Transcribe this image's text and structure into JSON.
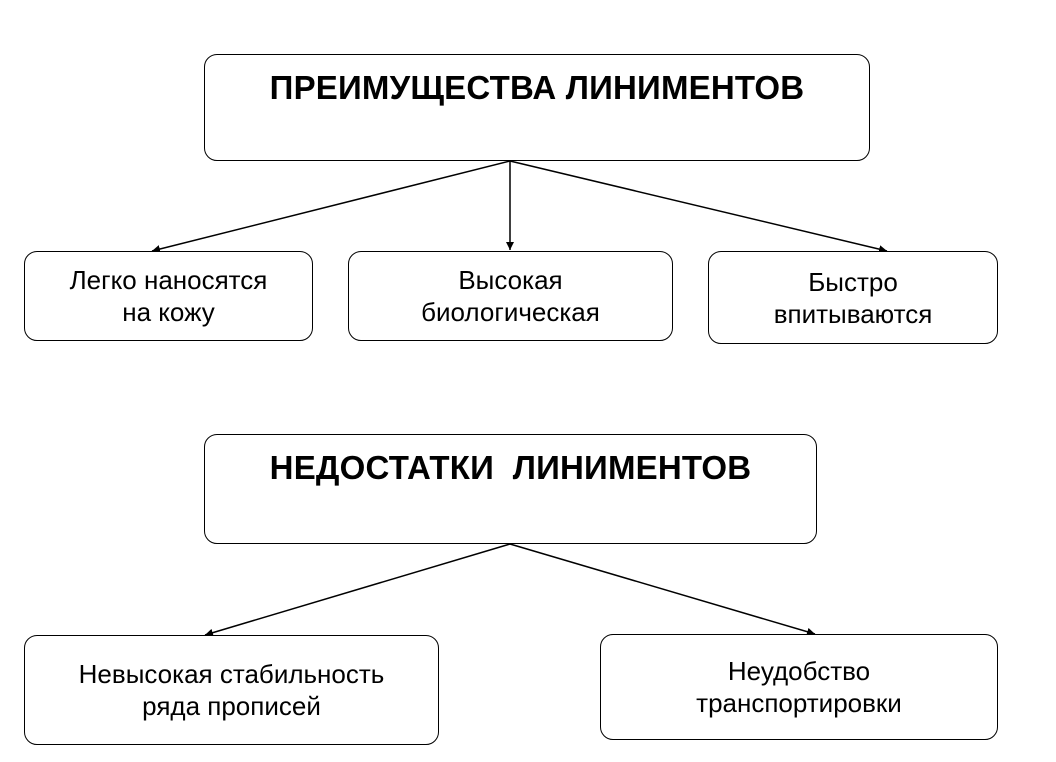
{
  "advantages": {
    "title": "ПРЕИМУЩЕСТВА ЛИНИМЕНТОВ",
    "items": [
      "Легко наносятся\nна кожу",
      "Высокая\nбиологическая",
      "Быстро\nвпитываются"
    ]
  },
  "disadvantages": {
    "title": "НЕДОСТАТКИ  ЛИНИМЕНТОВ",
    "items": [
      "Невысокая стабильность\nряда прописей",
      "Неудобство\nтранспортировки"
    ]
  }
}
